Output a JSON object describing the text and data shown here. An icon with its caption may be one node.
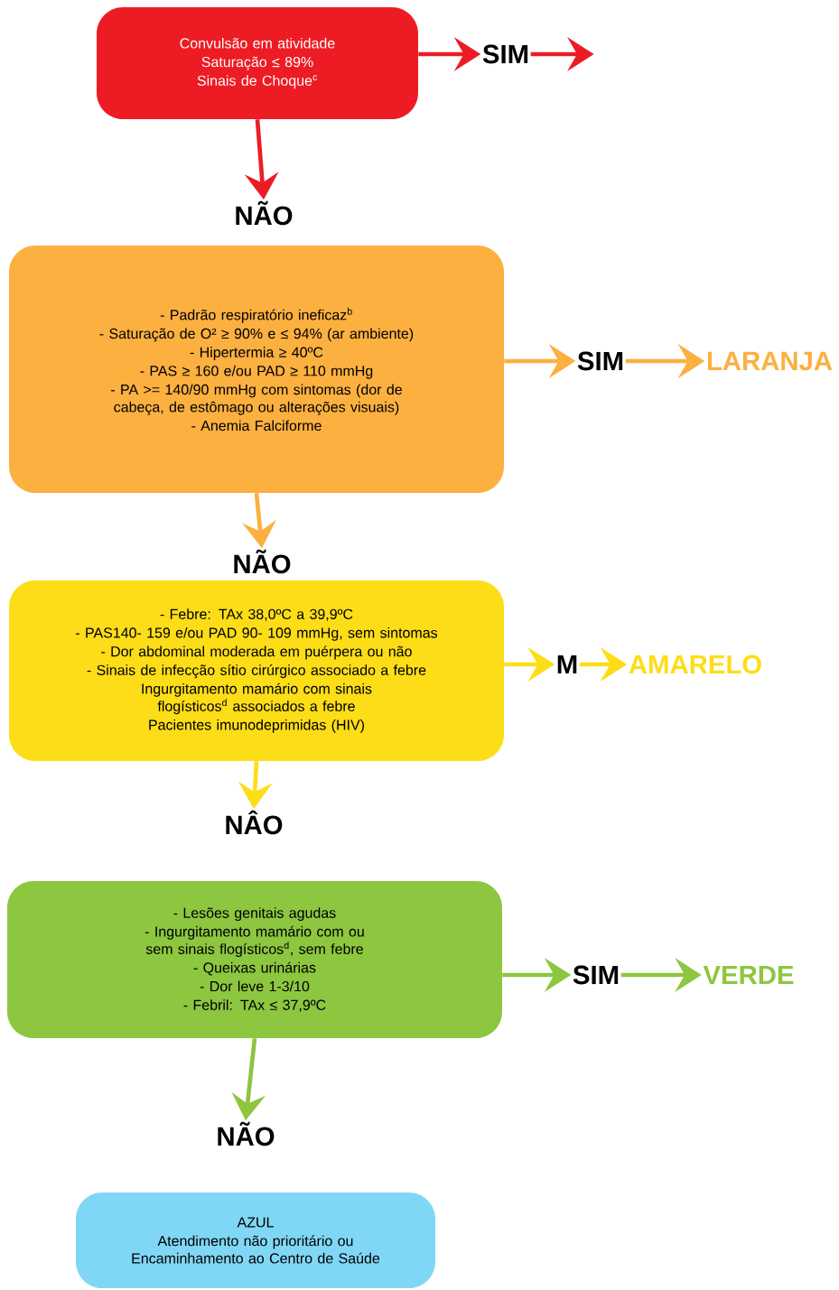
{
  "diagram": {
    "nodes": [
      {
        "text": [
          "Convulsão em atividade",
          "Saturação ≤ 89%",
          "Sinais de Choque$^{c}$"
        ]
      },
      {
        "text": [
          "SIM"
        ]
      },
      {
        "text": [
          "NÃO"
        ]
      },
      {
        "text": [
          "- Padrão respiratório ineficaz$^{b}$",
          "- Saturação de O² ≥ 90% e ≤ 94% (ar ambiente)",
          "- Hipertermia ≥ 40ºC",
          "- PAS ≥ 160 e/ou PAD ≥ 110 mmHg",
          "- PA >= 140/90 mmHg com sintomas (dor de cabeça, de estômago ou alterações visuais)",
          "- Anemia Falciforme"
        ]
      },
      {
        "text": [
          "SIM"
        ]
      },
      {
        "text": [
          "LARANJA"
        ]
      },
      {
        "text": [
          "NÃO"
        ]
      },
      {
        "text": [
          "- Febre: TAx 38,0ºC a 39,9ºC",
          "- PAS140- 159 e/ou PAD 90- 109 mmHg, sem sintomas",
          "- Dor abdominal moderada em puérpera ou não",
          "- Sinais de infecção sítio cirúrgico associado a febre",
          "Ingurgitamento mamário com sinais flogísticos$^{d}$ associados a febre",
          "Pacientes imunodeprimidas (HIV)"
        ]
      },
      {
        "text": [
          "M"
        ]
      },
      {
        "text": [
          "AMARELO"
        ]
      },
      {
        "text": [
          "NÂO"
        ]
      },
      {
        "text": [
          "- Lesões genitais agudas",
          "- Ingurgitamento mamário com ou sem sinais flogísticos$^{d}$, sem febre",
          "- Queixas urinárias",
          "- Dor leve  1-3/10",
          "- Febril: TAx ≤ 37,9ºC"
        ]
      },
      {
        "text": [
          "SIM"
        ]
      },
      {
        "text": [
          "VERDE"
        ]
      },
      {
        "text": [
          "NÃO"
        ]
      },
      {
        "text": [
          "AZUL",
          "Atendimento não prioritário ou Encaminhamento ao Centro de Saúde"
        ]
      }
    ],
    "edges": [
      {
        "from": 0,
        "to": 1,
        "arrow": "to",
        "color": "#ed1c24"
      },
      {
        "from": 1,
        "to": null,
        "arrow": "to",
        "color": "#ed1c24"
      },
      {
        "from": 0,
        "to": 2,
        "arrow": "to",
        "color": "#ed1c24"
      },
      {
        "from": 3,
        "to": 4,
        "arrow": "to",
        "color": "#fbb040"
      },
      {
        "from": 4,
        "to": 5,
        "arrow": "to",
        "color": "#fbb040"
      },
      {
        "from": 3,
        "to": 6,
        "arrow": "to",
        "color": "#fbb040"
      },
      {
        "from": 7,
        "to": 8,
        "arrow": "to",
        "color": "#fddd17"
      },
      {
        "from": 8,
        "to": 9,
        "arrow": "to",
        "color": "#fddd17"
      },
      {
        "from": 7,
        "to": 10,
        "arrow": "to",
        "color": "#fddd17"
      },
      {
        "from": 11,
        "to": 12,
        "arrow": "to",
        "color": "#8dc63f"
      },
      {
        "from": 12,
        "to": 13,
        "arrow": "to",
        "color": "#8dc63f"
      },
      {
        "from": 11,
        "to": 14,
        "arrow": "to",
        "color": "#8dc63f"
      }
    ]
  }
}
